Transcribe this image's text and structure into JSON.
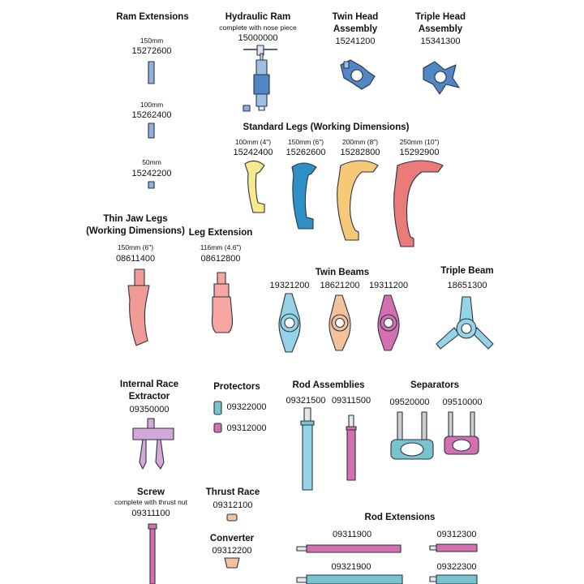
{
  "colors": {
    "blue": "#8fb1df",
    "hydraulic_blue": "#4f86c6",
    "yellow": "#f7e98c",
    "cyan": "#2f8fc7",
    "orange": "#f6c978",
    "red": "#ea7b79",
    "salmon": "#f29a96",
    "light_red": "#f7a6a4",
    "light_blue": "#95d4e6",
    "peach": "#f4c19d",
    "magenta": "#d46fb1",
    "lavender": "#d4a8d8",
    "teal": "#79c3cf"
  },
  "sections": {
    "ram_extensions": {
      "title": "Ram Extensions",
      "items": [
        {
          "size": "150mm",
          "code": "15272600"
        },
        {
          "size": "100mm",
          "code": "15262400"
        },
        {
          "size": "50mm",
          "code": "15242200"
        }
      ]
    },
    "hydraulic_ram": {
      "title": "Hydraulic Ram",
      "note": "complete with nose piece",
      "code": "15000000"
    },
    "twin_head": {
      "title_line1": "Twin Head",
      "title_line2": "Assembly",
      "code": "15241200"
    },
    "triple_head": {
      "title_line1": "Triple Head",
      "title_line2": "Assembly",
      "code": "15341300"
    },
    "standard_legs": {
      "title": "Standard Legs (Working Dimensions)",
      "items": [
        {
          "size": "100mm (4\")",
          "code": "15242400"
        },
        {
          "size": "150mm (6\")",
          "code": "15262600"
        },
        {
          "size": "200mm (8\")",
          "code": "15282800"
        },
        {
          "size": "250mm (10\")",
          "code": "15292900"
        }
      ]
    },
    "thin_jaw_legs": {
      "title_line1": "Thin Jaw Legs",
      "title_line2": "(Working Dimensions)",
      "size": "150mm (6\")",
      "code": "08611400"
    },
    "leg_extension": {
      "title": "Leg Extension",
      "size": "116mm (4.6\")",
      "code": "08612800"
    },
    "twin_beams": {
      "title": "Twin Beams",
      "codes": [
        "19321200",
        "18621200",
        "19311200"
      ]
    },
    "triple_beam": {
      "title": "Triple Beam",
      "code": "18651300"
    },
    "internal_race_extractor": {
      "title_line1": "Internal Race",
      "title_line2": "Extractor",
      "code": "09350000"
    },
    "protectors": {
      "title": "Protectors",
      "codes": [
        "09322000",
        "09312000"
      ]
    },
    "rod_assemblies": {
      "title": "Rod Assemblies",
      "codes": [
        "09321500",
        "09311500"
      ]
    },
    "separators": {
      "title": "Separators",
      "codes": [
        "09520000",
        "09510000"
      ]
    },
    "screw": {
      "title": "Screw",
      "note": "complete with thrust nut",
      "code": "09311100"
    },
    "thrust_race": {
      "title": "Thrust Race",
      "code": "09312100"
    },
    "converter": {
      "title": "Converter",
      "code": "09312200"
    },
    "rod_extensions": {
      "title": "Rod Extensions",
      "codes": [
        "09311900",
        "09312300",
        "09321900",
        "09322300"
      ]
    }
  }
}
